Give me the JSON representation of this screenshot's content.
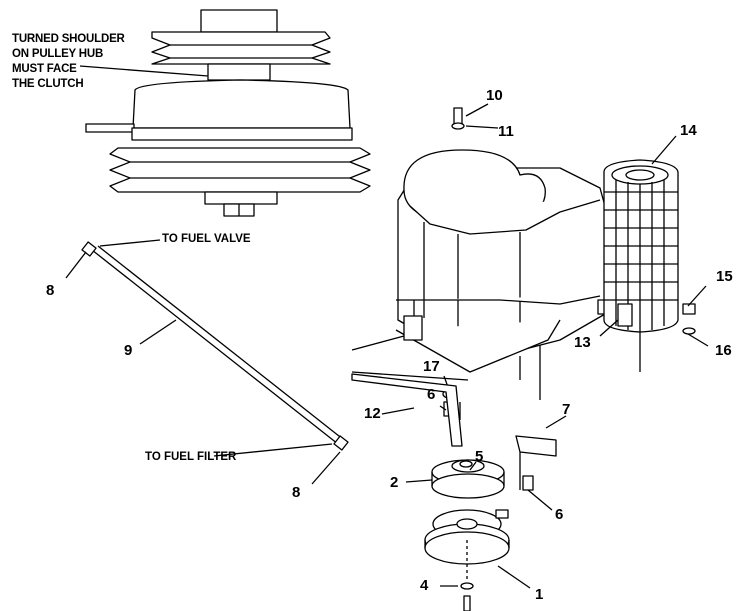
{
  "diagram": {
    "note_lines": [
      "TURNED SHOULDER",
      "ON PULLEY HUB",
      "MUST FACE",
      "THE CLUTCH"
    ],
    "callouts": {
      "fuel_valve": "TO FUEL VALVE",
      "fuel_filter": "TO FUEL FILTER"
    },
    "part_numbers": [
      "1",
      "2",
      "4",
      "5",
      "6",
      "6",
      "7",
      "8",
      "8",
      "9",
      "10",
      "11",
      "12",
      "13",
      "14",
      "15",
      "16",
      "17"
    ]
  }
}
